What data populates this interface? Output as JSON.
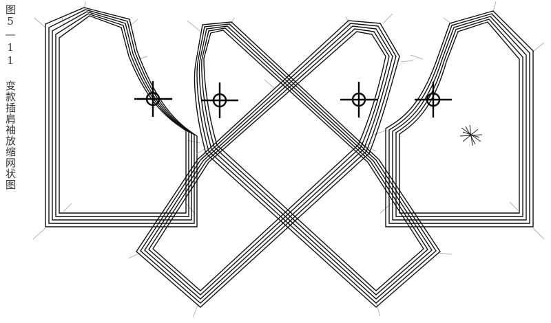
{
  "caption": "图5—11 变款插肩袖放缩网状图",
  "colors": {
    "line": "#111111",
    "grade_tick": "#b4b4b4",
    "mark": "#000000",
    "background": "#ffffff"
  },
  "pattern": {
    "grade_count": 5,
    "pieces": [
      "front-bodice",
      "front-sleeve",
      "back-sleeve",
      "back-bodice"
    ],
    "registration_marks": 4
  }
}
